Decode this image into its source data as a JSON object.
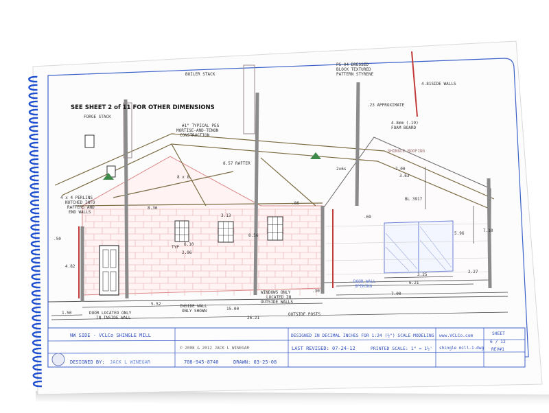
{
  "drawing": {
    "header_note": "SEE SHEET 2 of 11 FOR OTHER DIMENSIONS",
    "labels": {
      "boiler_stack": "BOILER STACK",
      "forge_stack": "FORGE STACK",
      "ps04": "PS-04 DRESSED",
      "ps04_2": "BLOCK TEXTURED",
      "ps04_3": "PATTERN STYRENE",
      "side_walls": "4.81SIDE WALLS",
      "approx": ".23 APPROXIMATE",
      "foam1": "4.8mm (.19)",
      "foam2": "FOAM BOARD",
      "peg1": "#1\" TYPICAL PEG",
      "peg2": "MORTISE-AND-TENON",
      "peg3": "CONSTRUCTION",
      "rafter": "8.57 RAFTER",
      "shingle": "SHINGLE ROOFING",
      "perlin1": "4 x 4 PERLINS",
      "perlin2": "NOTCHED INTO",
      "perlin3": "RAFTERS AND",
      "perlin4": "END WALLS",
      "eight_by_eight": "8 x 8",
      "two_by_six": "2x6s",
      "typ": "TYP",
      "d_50": ".50",
      "d_482": "4.82",
      "d_836": "8.36",
      "d_313": "3.13",
      "d_610": "6.10",
      "d_296": "2.96",
      "d_856": "8.56",
      "d_86": ".86",
      "d_69": ".69",
      "d_700a": "7.00",
      "d_363": "3.63",
      "d_596": "5.96",
      "d_710": "7.10",
      "d_325": "3.25",
      "d_621": "6.21",
      "d_227": "2.27",
      "d_700b": "7.00",
      "d_30": ".30",
      "d_552": "5.52",
      "d_150": "1.50",
      "d_1500": "15.00",
      "d_2621": "26.21",
      "door_note1": "DOOR LOCATED ONLY",
      "door_note2": "IN INSIDE WALL",
      "inside_wall1": "INSIDE WALL",
      "inside_wall2": "ONLY SHOWN",
      "windows1": "WINDOWS ONLY",
      "windows2": "LOCATED IN",
      "windows3": "OUTSIDE WALLS",
      "outside_posts": "OUTSIDE POSTS",
      "door_wall1": "DOOR WALL",
      "door_wall2": "OPENING",
      "bl": "BL 3917"
    }
  },
  "title_block": {
    "title": "NW SIDE - VCLCo SHINGLE MILL",
    "designed_by_label": "DESIGNED BY:",
    "designed_by_name": "JACK L WINEGAR",
    "copyright": "© 2008 & 2012 JACK L WINEGAR",
    "phone": "708-945-8740",
    "drawn": "DRAWN: 03-25-08",
    "scale_note": "DESIGNED IN DECIMAL INCHES FOR 1:24 (½\") SCALE MODELING",
    "revised": "LAST REVISED: 07-24-12",
    "printed_scale": "PRINTED SCALE: 1\" = 1½'",
    "website": "www.VCLCo.com",
    "file": "shingle mill-1.dwg",
    "sheet_label": "SHEET",
    "sheet_num": "6 / 12",
    "rev": "REV#1"
  }
}
